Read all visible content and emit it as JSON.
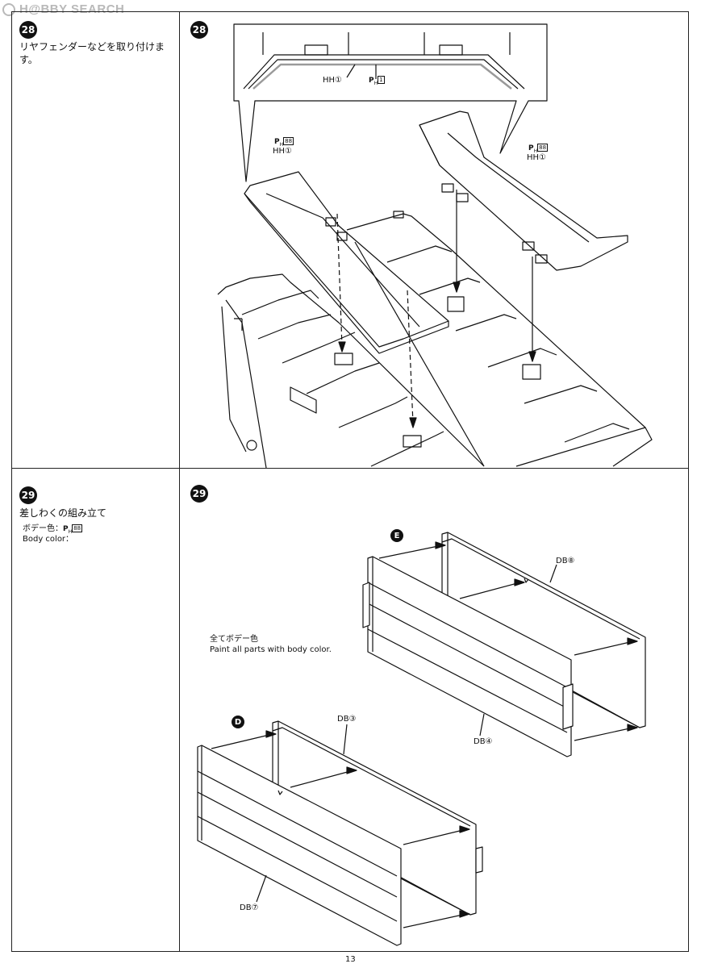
{
  "watermark": "H@BBY SEARCH",
  "page_number": "13",
  "steps": [
    {
      "number": "28",
      "instruction": "リヤフェンダーなどを取り付けます。",
      "diagram_badge": "28",
      "labels": {
        "inset_hh": "HH①",
        "inset_ph_prefix": "P",
        "inset_ph_sub": "H",
        "inset_ph_code": "1",
        "left_ph_prefix": "P",
        "left_ph_sub": "H",
        "left_ph_code": "88",
        "left_hh": "HH①",
        "right_ph_prefix": "P",
        "right_ph_sub": "H",
        "right_ph_code": "88",
        "right_hh": "HH①"
      }
    },
    {
      "number": "29",
      "instruction": "差しわくの組み立て",
      "body_color_jp_label": "ボデー色：",
      "body_color_ph_prefix": "P",
      "body_color_ph_sub": "H",
      "body_color_ph_code": "88",
      "body_color_en_label": "Body color：",
      "diagram_badge": "29",
      "note_jp": "全てボデー色",
      "note_en": "Paint all parts with body color.",
      "labels": {
        "E": "E",
        "D": "D",
        "db8": "DB⑧",
        "db4": "DB④",
        "db3": "DB③",
        "db7": "DB⑦"
      }
    }
  ]
}
